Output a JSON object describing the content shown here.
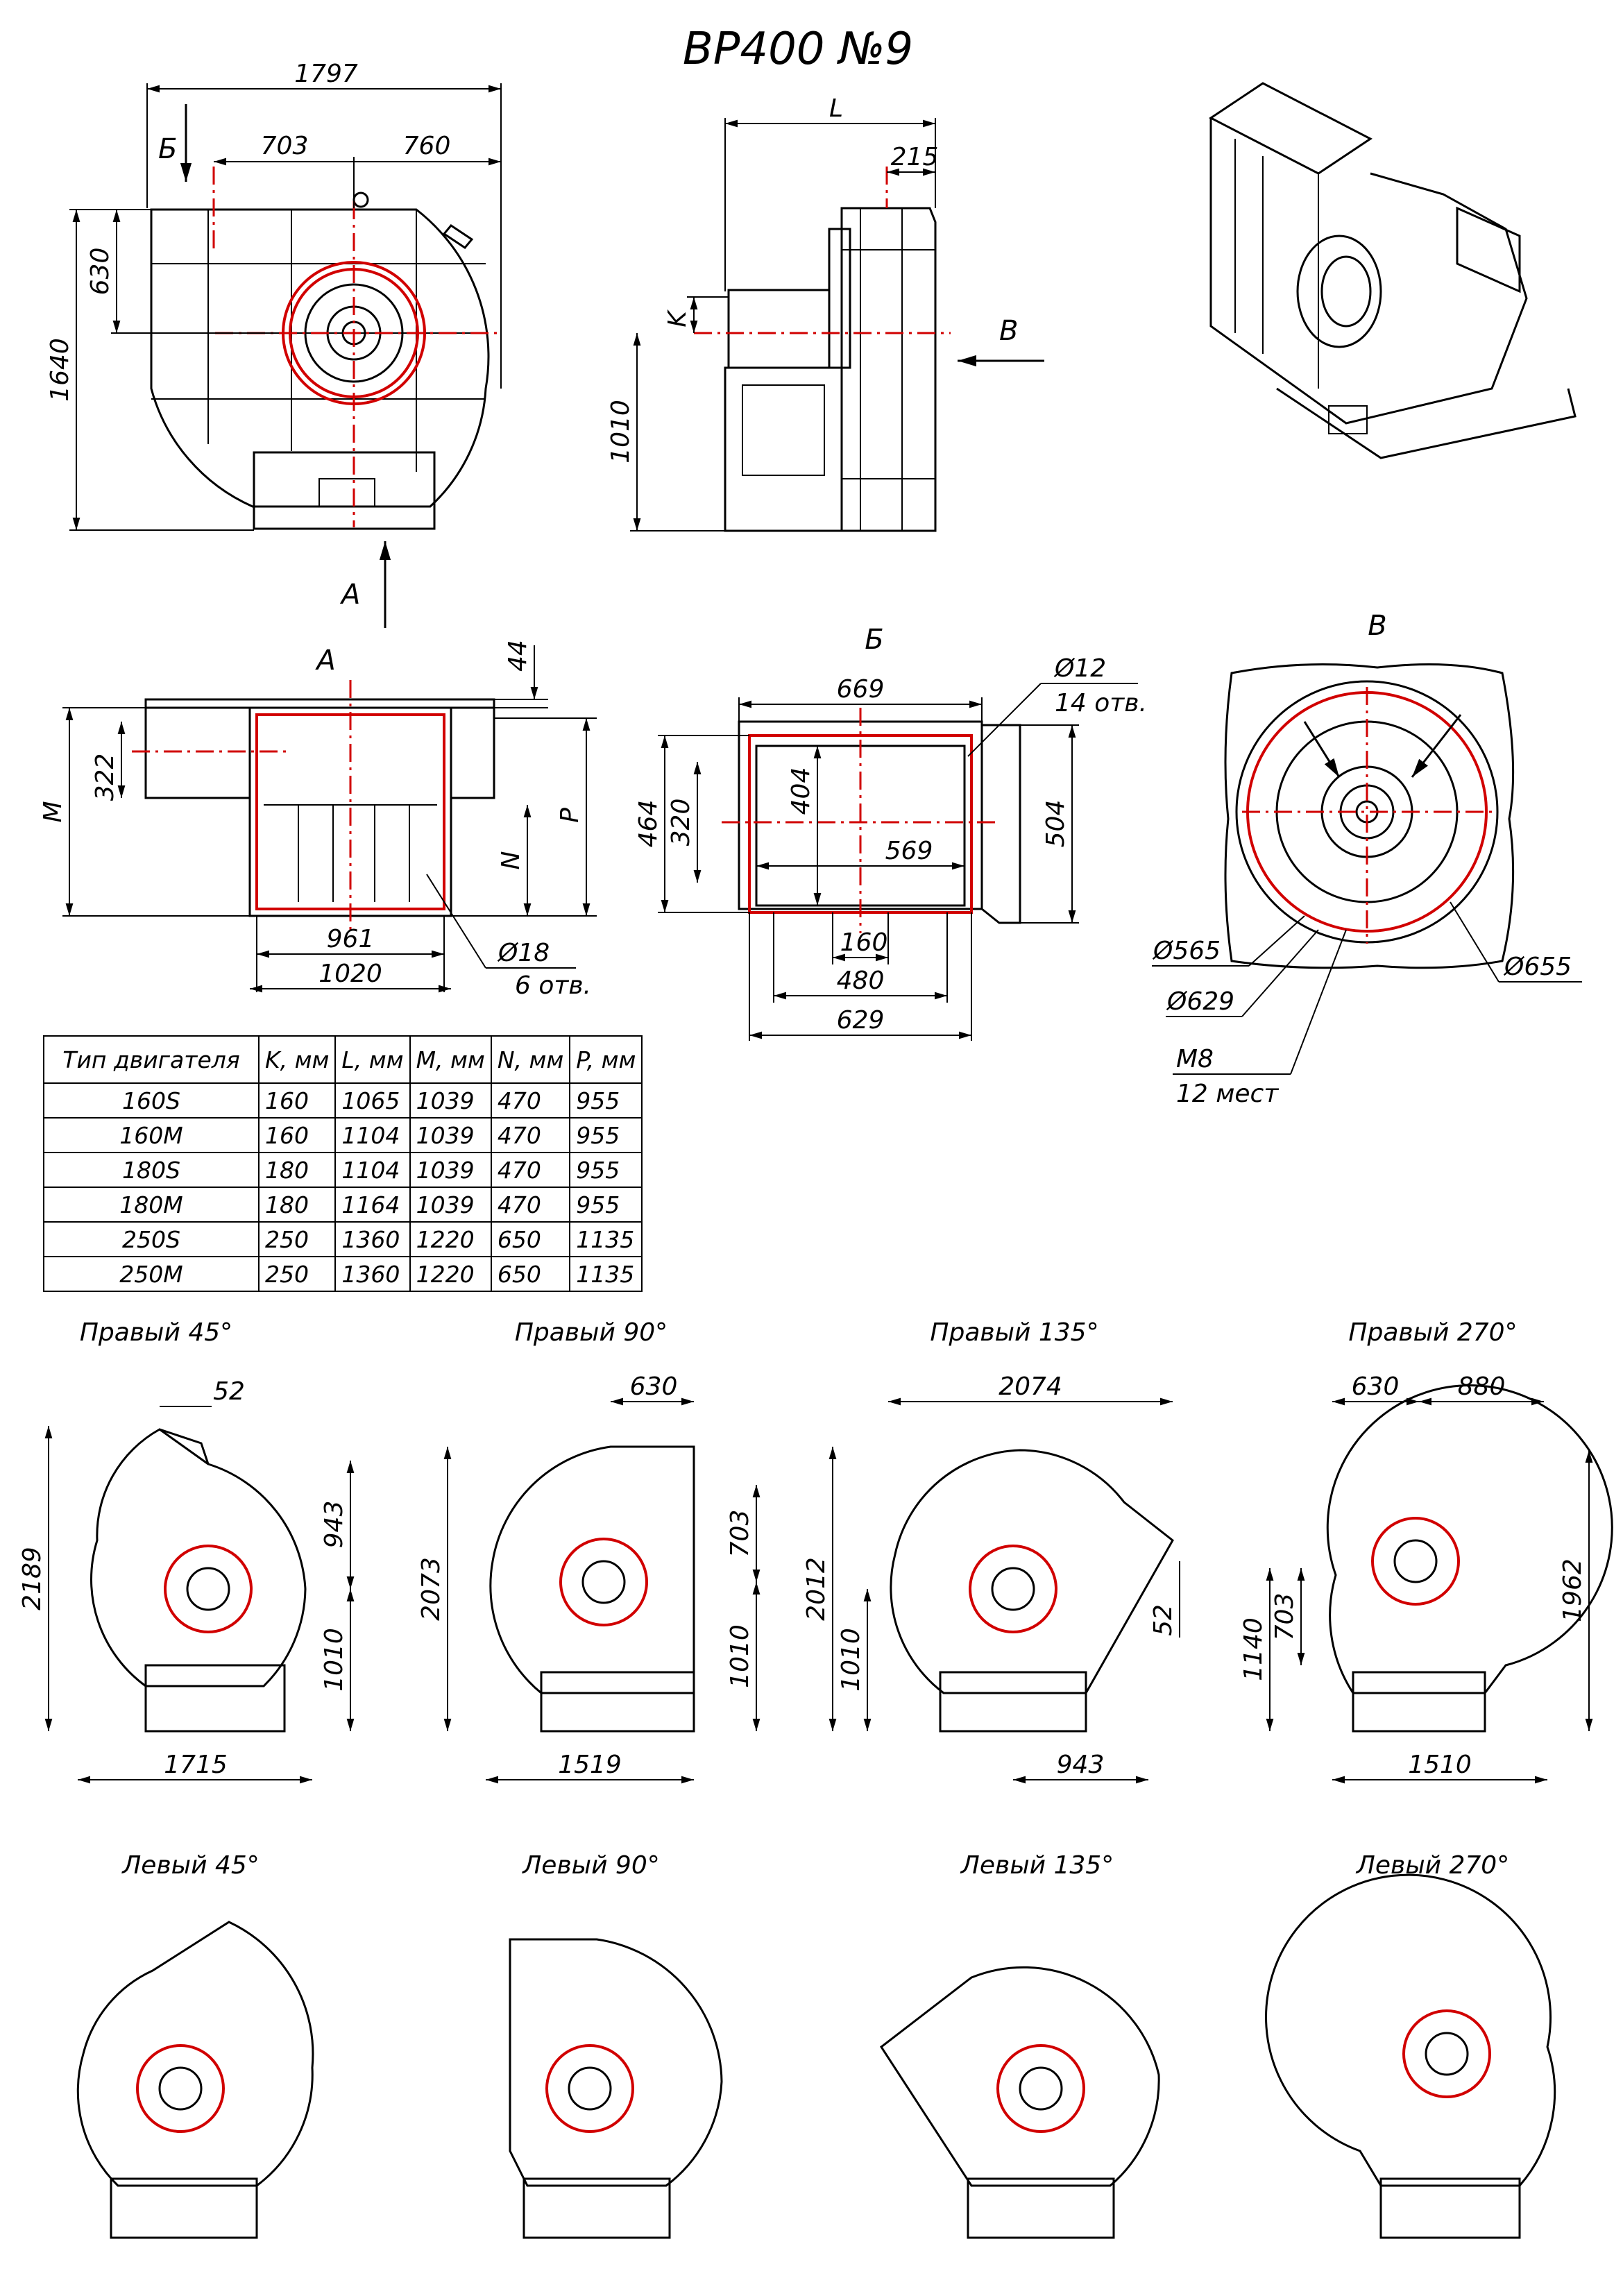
{
  "title": "ВР400 №9",
  "views": {
    "front": {
      "dims": {
        "overall_width": "1797",
        "left_part": "703",
        "right_part": "760",
        "height": "1640",
        "top": "630"
      },
      "arrow_b": "Б",
      "arrow_a": "А"
    },
    "side": {
      "dims": {
        "l": "L",
        "offset": "215",
        "k": "K",
        "height": "1010"
      },
      "arrow_v": "В"
    },
    "view_a": {
      "label": "А",
      "dims": {
        "top": "44",
        "inlet": "322",
        "m": "M",
        "n": "N",
        "p": "P",
        "inner": "961",
        "outer": "1020",
        "hole": "Ø18",
        "hole_count": "6 отв."
      }
    },
    "view_b": {
      "label": "Б",
      "dims": {
        "top_width": "669",
        "hole": "Ø12",
        "hole_count": "14 отв.",
        "h_outer": "464",
        "h_inner": "320",
        "v404": "404",
        "w569": "569",
        "h504": "504",
        "b160": "160",
        "b480": "480",
        "b629": "629"
      }
    },
    "view_v": {
      "label": "В",
      "dims": {
        "d565": "Ø565",
        "d629": "Ø629",
        "d655": "Ø655",
        "thread": "M8",
        "thread_count": "12 мест"
      }
    }
  },
  "motor_table": {
    "headers": [
      "Тип двигателя",
      "K, мм",
      "L, мм",
      "M, мм",
      "N, мм",
      "P, мм"
    ],
    "rows": [
      [
        "160S",
        "160",
        "1065",
        "1039",
        "470",
        "955"
      ],
      [
        "160M",
        "160",
        "1104",
        "1039",
        "470",
        "955"
      ],
      [
        "180S",
        "180",
        "1104",
        "1039",
        "470",
        "955"
      ],
      [
        "180M",
        "180",
        "1164",
        "1039",
        "470",
        "955"
      ],
      [
        "250S",
        "250",
        "1360",
        "1220",
        "650",
        "1135"
      ],
      [
        "250M",
        "250",
        "1360",
        "1220",
        "650",
        "1135"
      ]
    ]
  },
  "positions_right": [
    {
      "label": "Правый 45°",
      "dims": {
        "top": "52",
        "height": "2189",
        "upper": "943",
        "lower": "1010",
        "width": "1715"
      }
    },
    {
      "label": "Правый 90°",
      "dims": {
        "top": "630",
        "height": "2073",
        "upper": "703",
        "lower": "1010",
        "width": "1519"
      }
    },
    {
      "label": "Правый 135°",
      "dims": {
        "top": "2074",
        "height": "2012",
        "lower": "1010",
        "side": "52",
        "width": "943"
      }
    },
    {
      "label": "Правый 270°",
      "dims": {
        "top_left": "630",
        "top_right": "880",
        "height": "1962",
        "lower": "1140",
        "mid": "703",
        "width": "1510"
      }
    }
  ],
  "positions_left": [
    {
      "label": "Левый 45°"
    },
    {
      "label": "Левый 90°"
    },
    {
      "label": "Левый 135°"
    },
    {
      "label": "Левый 270°"
    }
  ]
}
